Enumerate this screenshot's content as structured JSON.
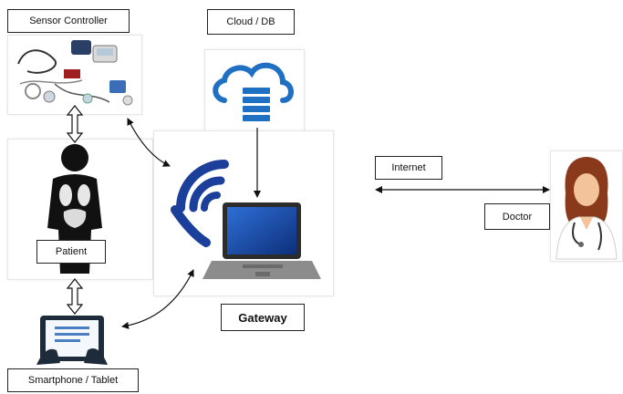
{
  "nodes": {
    "sensor_controller": "Sensor Controller",
    "cloud_db": "Cloud / DB",
    "patient": "Patient",
    "smartphone_tablet": "Smartphone / Tablet",
    "gateway": "Gateway",
    "internet": "Internet",
    "doctor": "Doctor"
  },
  "colors": {
    "cloud_blue": "#1f6fc3",
    "wifi_blue": "#1b3f9a",
    "doctor_coat": "#ffffff",
    "doctor_hair": "#8a3a1a",
    "line": "#111111"
  },
  "icons": {
    "sensor": "medical-sensor-kit-icon",
    "cloud": "cloud-database-icon",
    "patient": "human-body-organs-icon",
    "tablet": "tablet-touch-icon",
    "gateway": "wifi-laptop-icon",
    "doctor": "doctor-avatar-icon"
  }
}
